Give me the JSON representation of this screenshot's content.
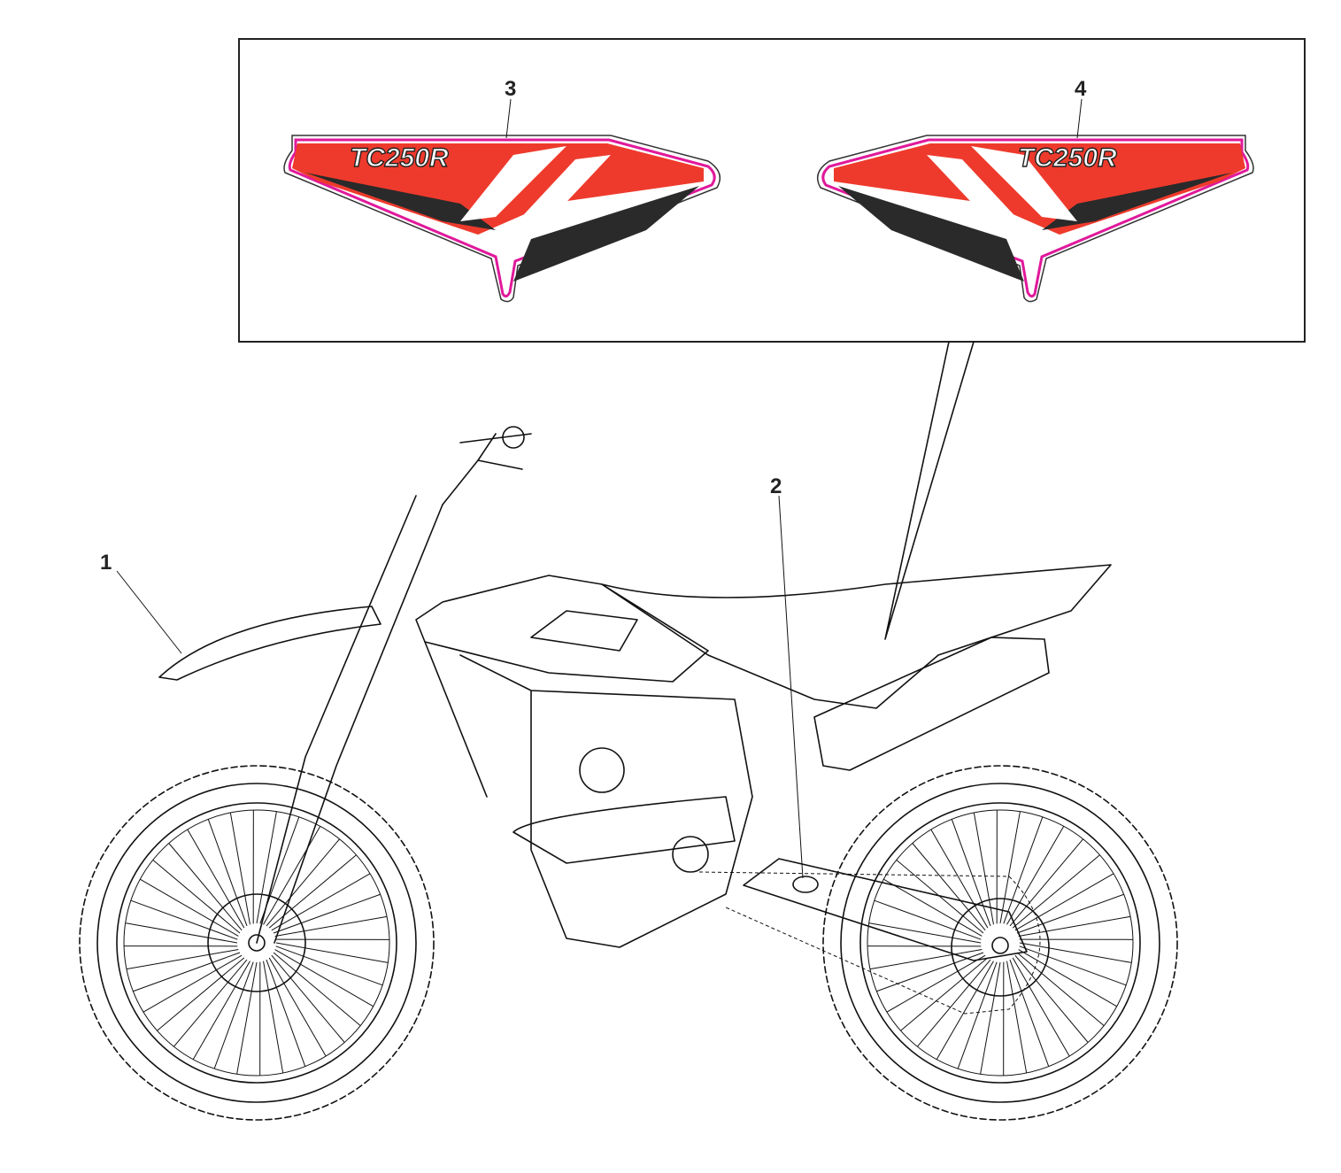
{
  "callouts": {
    "c1": "1",
    "c2": "2",
    "c3": "3",
    "c4": "4"
  },
  "decals": [
    {
      "ref": "3",
      "logo_text": "TC250R",
      "side": "left"
    },
    {
      "ref": "4",
      "logo_text": "TC250R",
      "side": "right"
    }
  ],
  "colors": {
    "decal_red": "#ee3a2c",
    "decal_black": "#2a2a2a",
    "cut_line": "#e0199b",
    "line": "#111111"
  }
}
